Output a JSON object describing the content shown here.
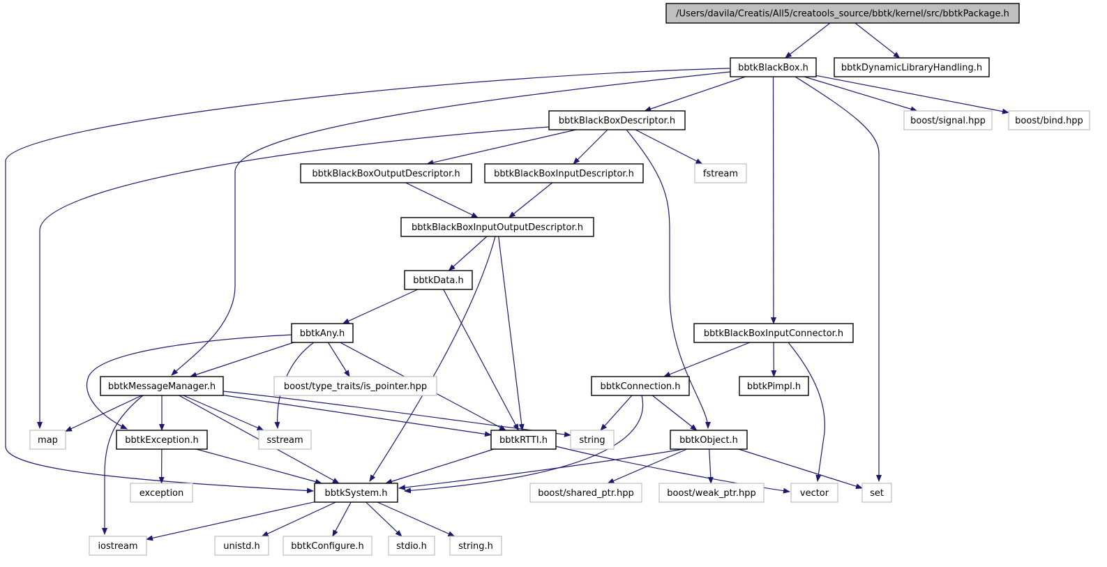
{
  "graph": {
    "colors": {
      "edge": "#191970",
      "box_border": "#000000",
      "system_border": "#bfbfbf",
      "root_fill": "#bfbfbf"
    },
    "nodes": [
      {
        "id": "root",
        "label": "/Users/davila/Creatis/All5/creatools_source/bbtk/kernel/src/bbtkPackage.h",
        "kind": "root"
      },
      {
        "id": "blackbox",
        "label": "bbtkBlackBox.h",
        "kind": "header"
      },
      {
        "id": "dynlib",
        "label": "bbtkDynamicLibraryHandling.h",
        "kind": "header"
      },
      {
        "id": "bbdesc",
        "label": "bbtkBlackBoxDescriptor.h",
        "kind": "header"
      },
      {
        "id": "signal",
        "label": "boost/signal.hpp",
        "kind": "system"
      },
      {
        "id": "bind",
        "label": "boost/bind.hpp",
        "kind": "system"
      },
      {
        "id": "outdesc",
        "label": "bbtkBlackBoxOutputDescriptor.h",
        "kind": "header"
      },
      {
        "id": "indesc",
        "label": "bbtkBlackBoxInputDescriptor.h",
        "kind": "header"
      },
      {
        "id": "fstream",
        "label": "fstream",
        "kind": "system"
      },
      {
        "id": "iodesc",
        "label": "bbtkBlackBoxInputOutputDescriptor.h",
        "kind": "header"
      },
      {
        "id": "data",
        "label": "bbtkData.h",
        "kind": "header"
      },
      {
        "id": "any",
        "label": "bbtkAny.h",
        "kind": "header"
      },
      {
        "id": "inconn",
        "label": "bbtkBlackBoxInputConnector.h",
        "kind": "header"
      },
      {
        "id": "msgmgr",
        "label": "bbtkMessageManager.h",
        "kind": "header"
      },
      {
        "id": "istypeptr",
        "label": "boost/type_traits/is_pointer.hpp",
        "kind": "system"
      },
      {
        "id": "connection",
        "label": "bbtkConnection.h",
        "kind": "header"
      },
      {
        "id": "pimpl",
        "label": "bbtkPimpl.h",
        "kind": "header"
      },
      {
        "id": "map",
        "label": "map",
        "kind": "system"
      },
      {
        "id": "exception_h",
        "label": "bbtkException.h",
        "kind": "header"
      },
      {
        "id": "sstream",
        "label": "sstream",
        "kind": "system"
      },
      {
        "id": "rtti",
        "label": "bbtkRTTI.h",
        "kind": "header"
      },
      {
        "id": "string",
        "label": "string",
        "kind": "system"
      },
      {
        "id": "object",
        "label": "bbtkObject.h",
        "kind": "header"
      },
      {
        "id": "exception",
        "label": "exception",
        "kind": "system"
      },
      {
        "id": "system_h",
        "label": "bbtkSystem.h",
        "kind": "header"
      },
      {
        "id": "sharedptr",
        "label": "boost/shared_ptr.hpp",
        "kind": "system"
      },
      {
        "id": "weakptr",
        "label": "boost/weak_ptr.hpp",
        "kind": "system"
      },
      {
        "id": "vector",
        "label": "vector",
        "kind": "system"
      },
      {
        "id": "set",
        "label": "set",
        "kind": "system"
      },
      {
        "id": "iostream",
        "label": "iostream",
        "kind": "system"
      },
      {
        "id": "unistd",
        "label": "unistd.h",
        "kind": "system"
      },
      {
        "id": "configure",
        "label": "bbtkConfigure.h",
        "kind": "system"
      },
      {
        "id": "stdio",
        "label": "stdio.h",
        "kind": "system"
      },
      {
        "id": "string_h",
        "label": "string.h",
        "kind": "system"
      }
    ],
    "edges": [
      [
        "root",
        "blackbox"
      ],
      [
        "root",
        "dynlib"
      ],
      [
        "blackbox",
        "bbdesc"
      ],
      [
        "blackbox",
        "signal"
      ],
      [
        "blackbox",
        "bind"
      ],
      [
        "blackbox",
        "inconn"
      ],
      [
        "blackbox",
        "set"
      ],
      [
        "blackbox",
        "msgmgr"
      ],
      [
        "blackbox",
        "system_h"
      ],
      [
        "bbdesc",
        "outdesc"
      ],
      [
        "bbdesc",
        "indesc"
      ],
      [
        "bbdesc",
        "fstream"
      ],
      [
        "bbdesc",
        "object"
      ],
      [
        "bbdesc",
        "map"
      ],
      [
        "outdesc",
        "iodesc"
      ],
      [
        "indesc",
        "iodesc"
      ],
      [
        "iodesc",
        "data"
      ],
      [
        "iodesc",
        "rtti"
      ],
      [
        "iodesc",
        "system_h"
      ],
      [
        "data",
        "any"
      ],
      [
        "data",
        "rtti"
      ],
      [
        "any",
        "msgmgr"
      ],
      [
        "any",
        "istypeptr"
      ],
      [
        "any",
        "sstream"
      ],
      [
        "any",
        "rtti"
      ],
      [
        "any",
        "exception_h"
      ],
      [
        "inconn",
        "connection"
      ],
      [
        "inconn",
        "pimpl"
      ],
      [
        "inconn",
        "vector"
      ],
      [
        "msgmgr",
        "map"
      ],
      [
        "msgmgr",
        "exception_h"
      ],
      [
        "msgmgr",
        "sstream"
      ],
      [
        "msgmgr",
        "rtti"
      ],
      [
        "msgmgr",
        "string"
      ],
      [
        "msgmgr",
        "system_h"
      ],
      [
        "msgmgr",
        "iostream"
      ],
      [
        "connection",
        "string"
      ],
      [
        "connection",
        "object"
      ],
      [
        "connection",
        "system_h"
      ],
      [
        "exception_h",
        "exception"
      ],
      [
        "exception_h",
        "system_h"
      ],
      [
        "rtti",
        "system_h"
      ],
      [
        "rtti",
        "vector"
      ],
      [
        "object",
        "system_h"
      ],
      [
        "object",
        "sharedptr"
      ],
      [
        "object",
        "weakptr"
      ],
      [
        "object",
        "set"
      ],
      [
        "system_h",
        "iostream"
      ],
      [
        "system_h",
        "unistd"
      ],
      [
        "system_h",
        "configure"
      ],
      [
        "system_h",
        "stdio"
      ],
      [
        "system_h",
        "string_h"
      ]
    ]
  }
}
